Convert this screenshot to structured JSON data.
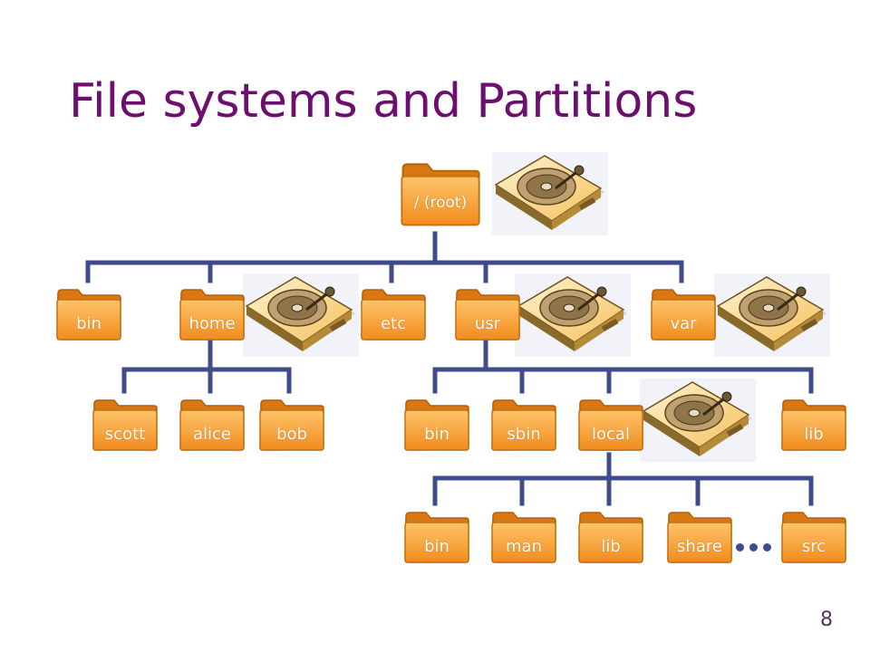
{
  "title": "File systems and Partitions",
  "page_number": "8",
  "tree": {
    "root": "/ (root)",
    "level1": [
      "bin",
      "home",
      "etc",
      "usr",
      "var"
    ],
    "home_children": [
      "scott",
      "alice",
      "bob"
    ],
    "usr_children": [
      "bin",
      "sbin",
      "local",
      "lib"
    ],
    "local_children": [
      "bin",
      "man",
      "lib",
      "share",
      "src"
    ]
  },
  "partitions_on": [
    "/ (root)",
    "home",
    "usr",
    "var",
    "local"
  ],
  "icons": {
    "folder": "folder-icon",
    "disk": "hard-disk-icon",
    "more": "ellipsis-icon"
  },
  "colors": {
    "title": "#6d0f6e",
    "connector": "#3f4b8c",
    "folder": "#f4a23a",
    "folder_dark": "#e07f10"
  }
}
